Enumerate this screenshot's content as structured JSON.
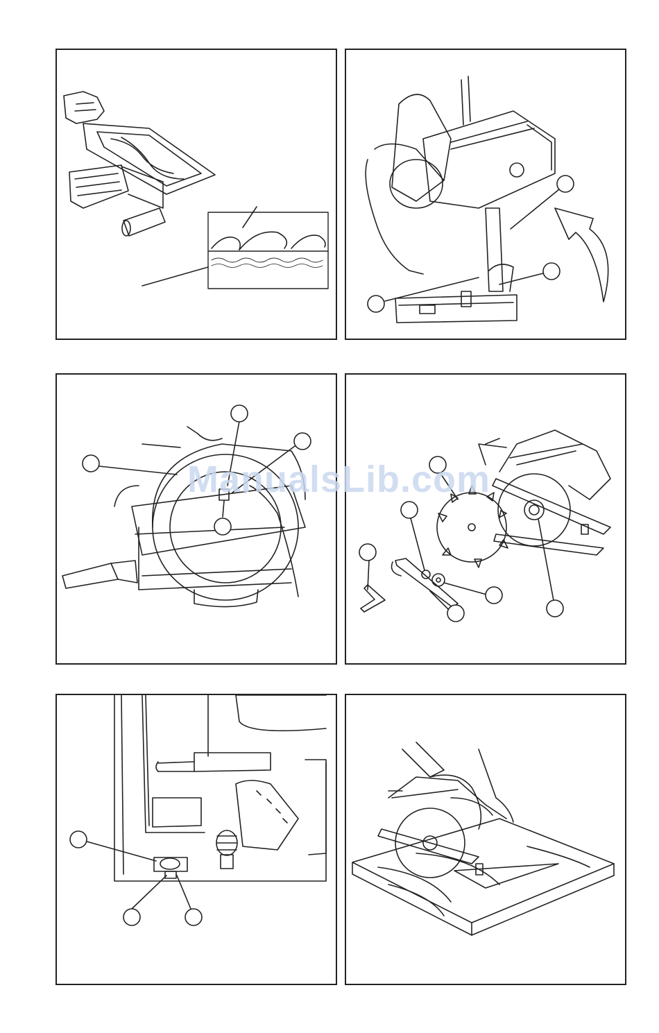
{
  "watermark": {
    "text": "ManualsLib.com"
  },
  "colors": {
    "line": "#222222",
    "watermark": "#c9d8ef"
  },
  "figures": [
    {
      "name": "fig-board-grain",
      "description_icon": "board-grain-icon"
    },
    {
      "name": "fig-depth-adjust",
      "description_icon": "depth-adjust-icon"
    },
    {
      "name": "fig-blade-guard",
      "description_icon": "blade-guard-icon"
    },
    {
      "name": "fig-blade-change",
      "description_icon": "blade-change-icon"
    },
    {
      "name": "fig-base-adjust",
      "description_icon": "base-adjust-icon"
    },
    {
      "name": "fig-cutting",
      "description_icon": "cutting-icon"
    }
  ]
}
